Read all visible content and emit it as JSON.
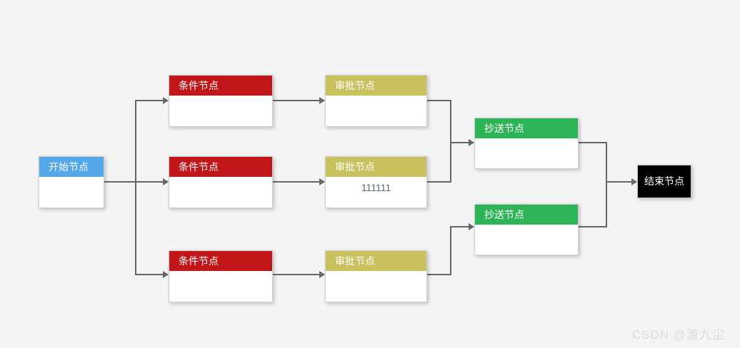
{
  "colors": {
    "page_bg": "#f4f4f4",
    "start_header": "#54a8ea",
    "condition_header": "#c1171a",
    "approval_header": "#c9c05e",
    "cc_header": "#2db457",
    "end_bg": "#000000",
    "connector": "#666666",
    "body_text": "#5a6878",
    "watermark_color": "#dbdbdb"
  },
  "nodes": {
    "start": {
      "label": "开始节点",
      "body": ""
    },
    "condition_top": {
      "label": "条件节点",
      "body": ""
    },
    "condition_middle": {
      "label": "条件节点",
      "body": ""
    },
    "condition_bottom": {
      "label": "条件节点",
      "body": ""
    },
    "approval_top": {
      "label": "审批节点",
      "body": ""
    },
    "approval_middle": {
      "label": "审批节点",
      "body": "111111"
    },
    "approval_bottom": {
      "label": "审批节点",
      "body": ""
    },
    "cc_top": {
      "label": "抄送节点",
      "body": ""
    },
    "cc_bottom": {
      "label": "抄送节点",
      "body": ""
    },
    "end": {
      "label": "结束节点"
    }
  },
  "watermark": {
    "text": "CSDN @游九尘"
  }
}
